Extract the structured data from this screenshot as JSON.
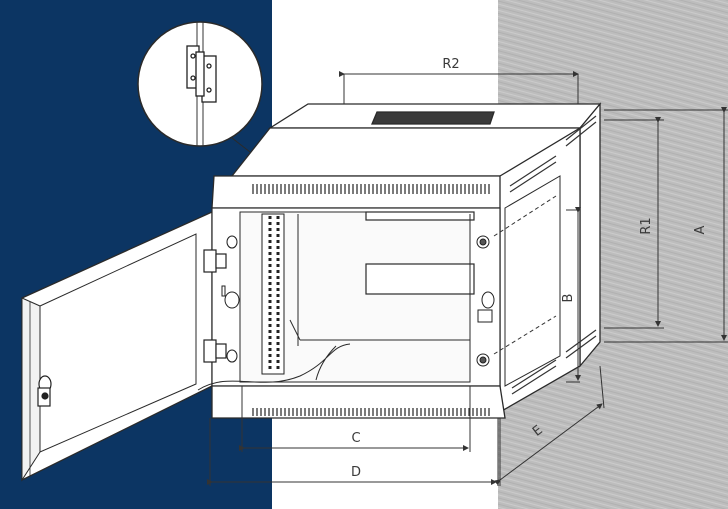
{
  "diagram": {
    "dimension_labels": {
      "r2": "R2",
      "r1": "R1",
      "a": "A",
      "b": "B",
      "c": "C",
      "d": "D",
      "e": "E"
    },
    "colors": {
      "left_panel": "#0c3563",
      "middle_panel": "#ffffff",
      "right_panel": "#b9b9b9",
      "line": "#2a2a2a"
    }
  }
}
